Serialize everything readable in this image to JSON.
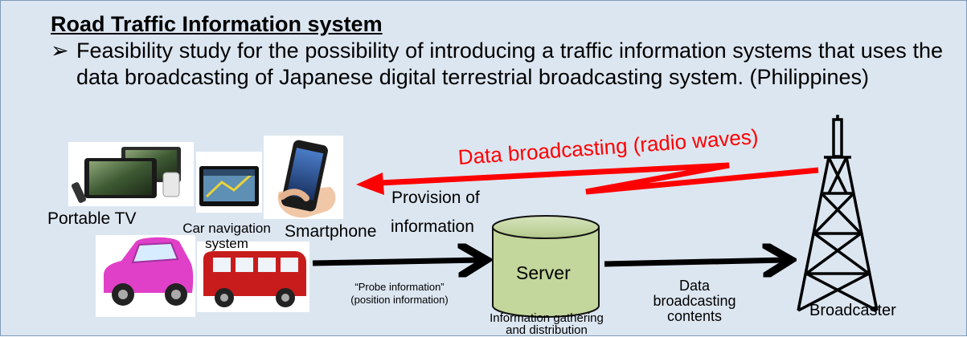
{
  "title": "Road Traffic Information system",
  "bullet": {
    "marker": "➢",
    "text": "Feasibility study for the possibility of introducing a traffic information systems that uses the data broadcasting of Japanese digital terrestrial broadcasting system. (Philippines)"
  },
  "diagram": {
    "radio_label": "Data broadcasting (radio waves)",
    "portable_tv": "Portable TV",
    "car_nav_line1": "Car navigation",
    "car_nav_line2": "system",
    "smartphone": "Smartphone",
    "provision_line1": "Provision of",
    "provision_line2": "information",
    "server": "Server",
    "probe_line1": "“Probe information”",
    "probe_line2": "(position information)",
    "gathering_line1": "Information gathering",
    "gathering_line2": "and distribution",
    "contents_line1": "Data",
    "contents_line2": "broadcasting",
    "contents_line3": "contents",
    "broadcaster": "Broadcaster"
  },
  "colors": {
    "background": "#dce6f1",
    "radio_red": "#ff0000",
    "server_green": "#c3d69b",
    "car_pink": "#e040c8",
    "bus_red": "#c81c1c"
  },
  "icons": [
    "portable-tv-image",
    "car-navigation-image",
    "smartphone-image",
    "pink-car-image",
    "red-bus-image",
    "server-cylinder",
    "broadcast-tower"
  ]
}
